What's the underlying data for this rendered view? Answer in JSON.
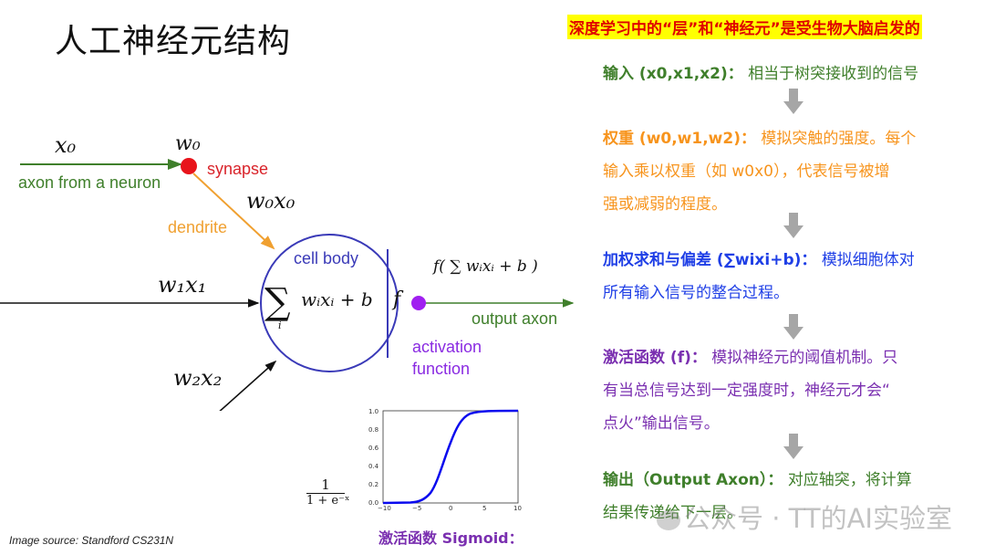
{
  "title": "人工神经元结构",
  "headline": "深度学习中的“层”和“神经元”是受生物大脑启发的",
  "colors": {
    "green": "#3f7f2b",
    "orange": "#f7941d",
    "blue": "#1f3fe6",
    "purple": "#7a2fb0",
    "arrow_gray": "#a6a6a6",
    "highlight": "#ffff00",
    "headline_red": "#e00000"
  },
  "steps": [
    {
      "term": "输入 (x0,x1,x2)：",
      "desc_lines": [
        "相当于树突接收到的信号"
      ]
    },
    {
      "term": "权重 (w0,w1,w2)：",
      "desc_lines": [
        "模拟突触的强度。每个",
        "输入乘以权重（如 w0x0），代表信号被增",
        "强或减弱的程度。"
      ]
    },
    {
      "term": "加权求和与偏差 (∑wixi+b)：",
      "desc_lines": [
        "模拟细胞体对",
        "所有输入信号的整合过程。"
      ]
    },
    {
      "term": "激活函数 (f)：",
      "desc_lines": [
        "模拟神经元的阈值机制。只",
        "有当总信号达到一定强度时，神经元才会“",
        "点火”输出信号。"
      ]
    },
    {
      "term": "输出（Output Axon）：",
      "desc_lines": [
        "对应轴突，将计算",
        "结果传递给下一层。"
      ]
    }
  ],
  "diagram": {
    "x0": "x₀",
    "w0": "w₀",
    "w0x0": "w₀x₀",
    "w1x1": "w₁x₁",
    "w2x2": "w₂x₂",
    "axon_label": "axon from a neuron",
    "synapse_label": "synapse",
    "dendrite_label": "dendrite",
    "cell_body_label": "cell body",
    "sum_expr": "wᵢxᵢ + b",
    "sum_sub": "i",
    "f_symbol": "f",
    "output_expr": "f( ∑ wᵢxᵢ + b )",
    "output_label": "output axon",
    "activation_label_1": "activation",
    "activation_label_2": "function"
  },
  "sigmoid": {
    "formula_num": "1",
    "formula_den": "1 + e⁻ˣ",
    "caption": "激活函数 Sigmoid：",
    "y_ticks": [
      "1.0",
      "0.8",
      "0.6",
      "0.4",
      "0.2",
      "0.0"
    ],
    "x_ticks": [
      "−10",
      "−5",
      "0",
      "5",
      "10"
    ]
  },
  "source": "Image source: Standford CS231N",
  "watermark": "公众号 · TT的AI实验室"
}
